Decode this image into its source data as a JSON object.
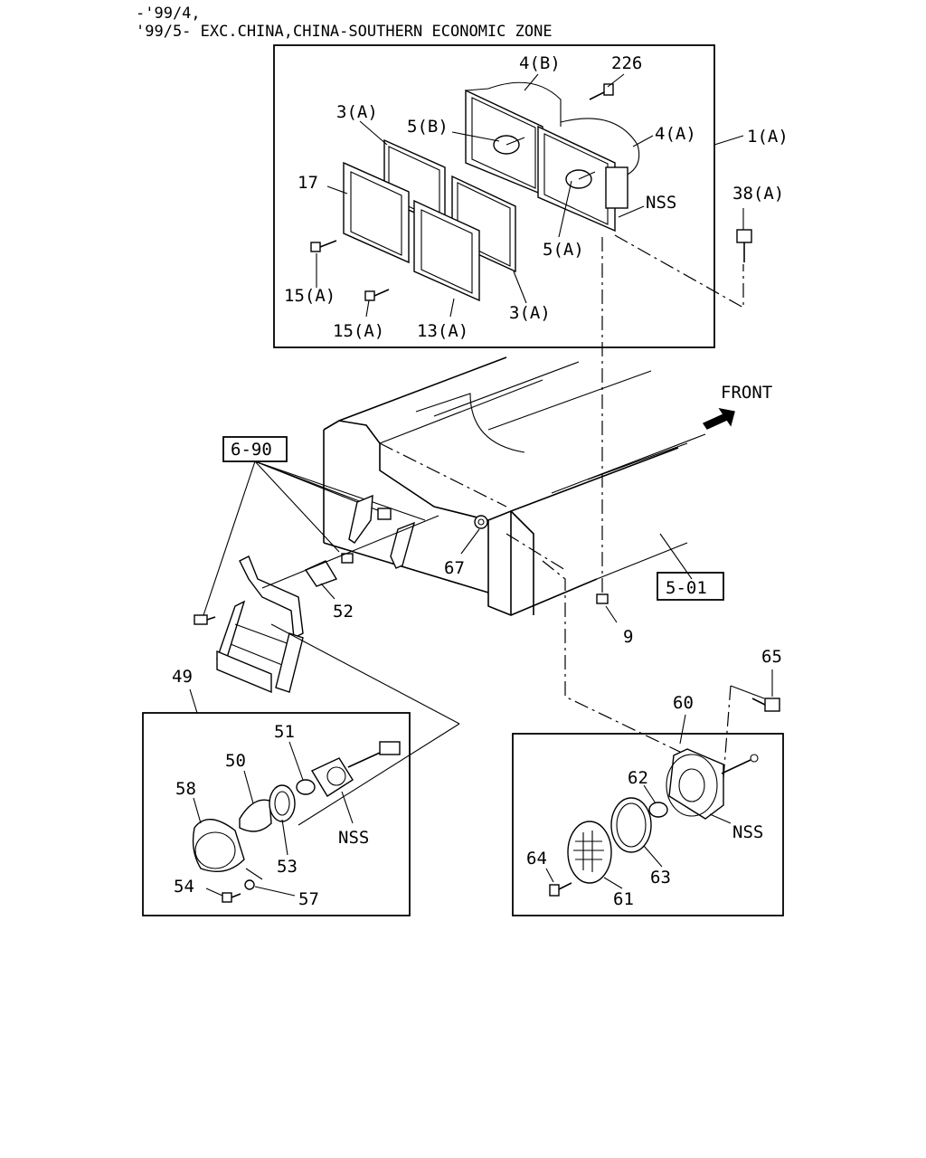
{
  "header": {
    "line1": "-'99/4,",
    "line2": "'99/5- EXC.CHINA,CHINA-SOUTHERN ECONOMIC ZONE"
  },
  "labels": {
    "p4b": "4(B)",
    "p226": "226",
    "p3a_top": "3(A)",
    "p5b": "5(B)",
    "p4a": "4(A)",
    "p1a": "1(A)",
    "p17": "17",
    "nss_top": "NSS",
    "p38a": "38(A)",
    "p5a": "5(A)",
    "p15a_1": "15(A)",
    "p15a_2": "15(A)",
    "p13a": "13(A)",
    "p3a_bot": "3(A)",
    "front": "FRONT",
    "ref690": "6-90",
    "p67": "67",
    "p52": "52",
    "ref501": "5-01",
    "p9": "9",
    "p65": "65",
    "p49": "49",
    "p60": "60",
    "p51": "51",
    "p50": "50",
    "p58": "58",
    "nss_left": "NSS",
    "p53": "53",
    "p54": "54",
    "p57": "57",
    "p62": "62",
    "nss_right": "NSS",
    "p64": "64",
    "p63": "63",
    "p61": "61"
  }
}
